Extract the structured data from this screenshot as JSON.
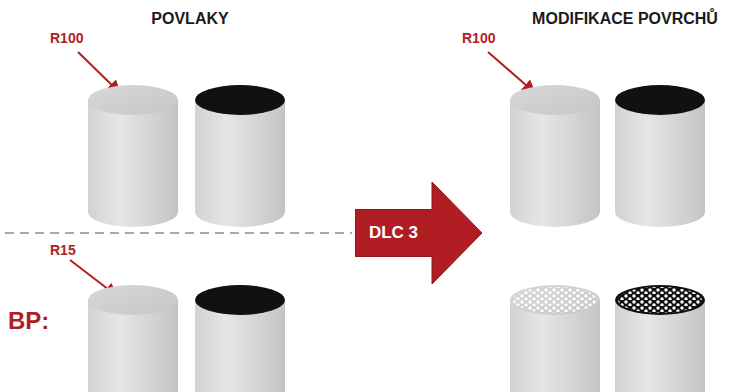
{
  "diagram": {
    "nodes": [
      {
        "text": [
          "DLC 3"
        ]
      }
    ],
    "labels": [
      "POVLAKY",
      "MODIFIKACE POVRCHŮ",
      "R100",
      "R15",
      "BP:",
      "R100"
    ]
  }
}
